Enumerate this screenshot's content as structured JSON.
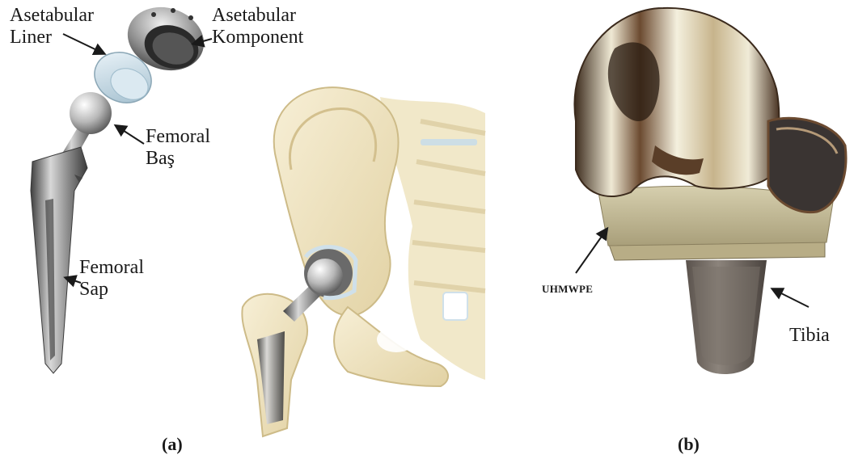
{
  "panel_a": {
    "labels": {
      "acetabular_liner": [
        "Asetabular",
        "Liner"
      ],
      "acetabular_component": [
        "Asetabular",
        "Komponent"
      ],
      "femoral_head": [
        "Femoral",
        "Baş"
      ],
      "femoral_stem": [
        "Femoral",
        "Sap"
      ]
    },
    "caption": "(a)"
  },
  "panel_b": {
    "labels": {
      "uhmwpe": "UHMWPE",
      "tibia": "Tibia"
    },
    "caption": "(b)"
  },
  "colors": {
    "bone": "#f1e6c4",
    "bone_shadow": "#d9c99c",
    "metal_light": "#e6e6e6",
    "metal_dark": "#4a4a4a",
    "liner_blue": "#c9dde8",
    "knee_bronze": "#6b4a30",
    "knee_highlight": "#f2eedd",
    "tibia_grey": "#6e6660"
  }
}
